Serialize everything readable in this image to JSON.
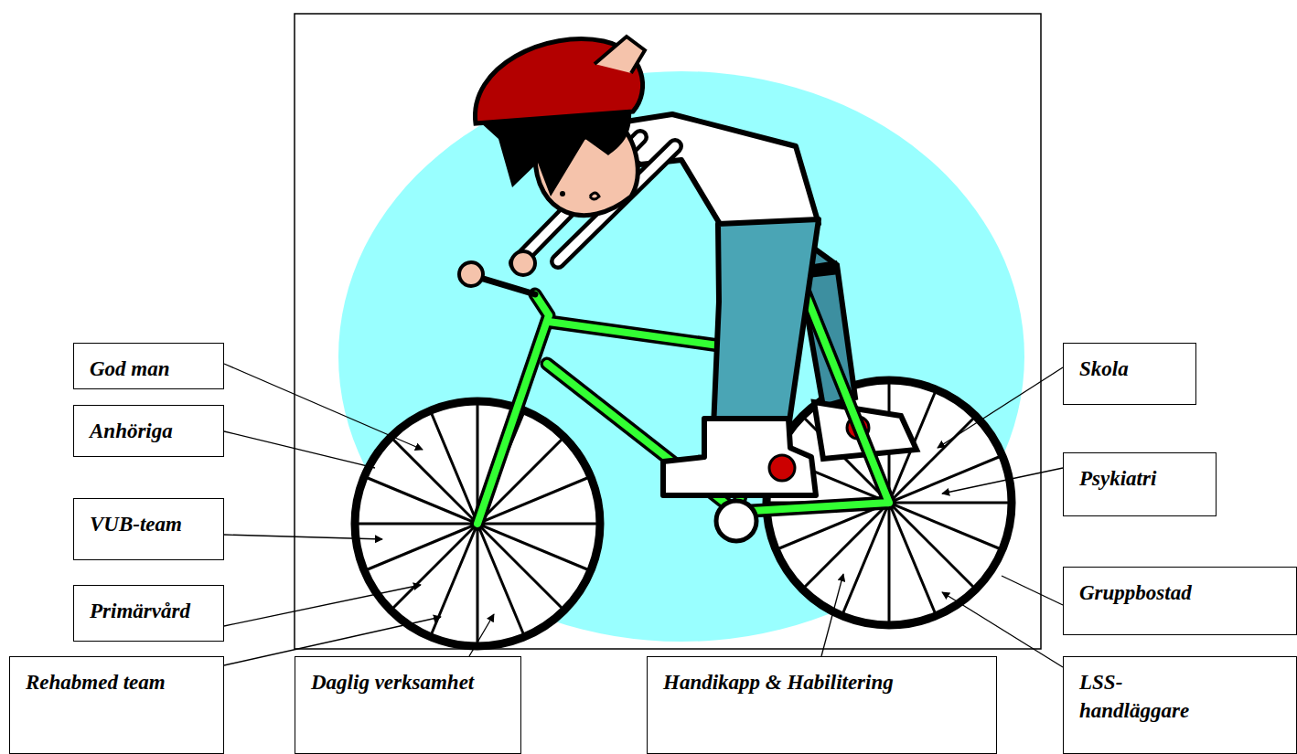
{
  "diagram": {
    "nodes": [
      {
        "text": [
          "God man"
        ]
      },
      {
        "text": [
          "Skola"
        ]
      },
      {
        "text": [
          "Anhöriga"
        ]
      },
      {
        "text": [
          "Psykiatri"
        ]
      },
      {
        "text": [
          "VUB-team"
        ]
      },
      {
        "text": [
          "Gruppbostad"
        ]
      },
      {
        "text": [
          "Primärvård"
        ]
      },
      {
        "text": [
          "Rehabmed team"
        ]
      },
      {
        "text": [
          "Daglig verksamhet"
        ]
      },
      {
        "text": [
          "Handikapp & Habilitering"
        ]
      },
      {
        "text": [
          "LSS-handläggare"
        ]
      }
    ]
  }
}
